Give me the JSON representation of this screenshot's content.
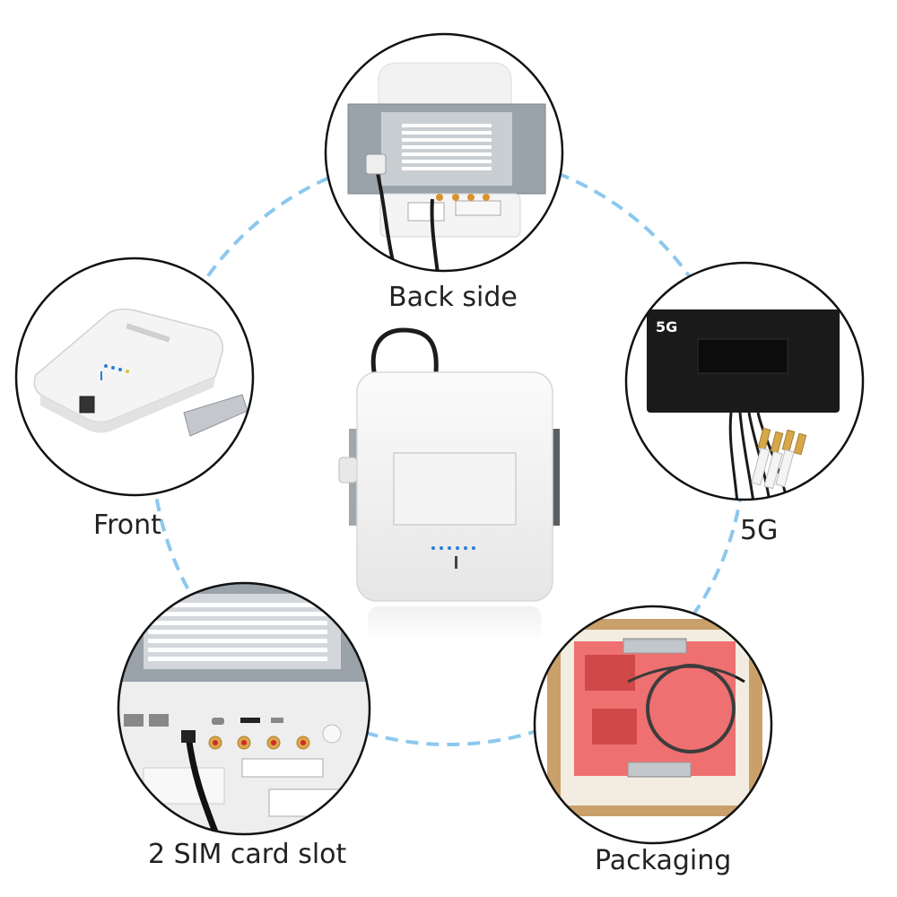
{
  "labels": {
    "back_side": "Back side",
    "front": "Front",
    "five_g": "5G",
    "sim_slot": "2 SIM card slot",
    "packaging": "Packaging"
  },
  "antenna_text": "5G",
  "colors": {
    "dashed_ring": "#8cc8ee",
    "circle_border": "#111111",
    "device_white": "#f3f3f3",
    "bracket_gray": "#9aa2aa",
    "antenna_black": "#1a1a1a",
    "packaging_red": "#e23a3a"
  }
}
